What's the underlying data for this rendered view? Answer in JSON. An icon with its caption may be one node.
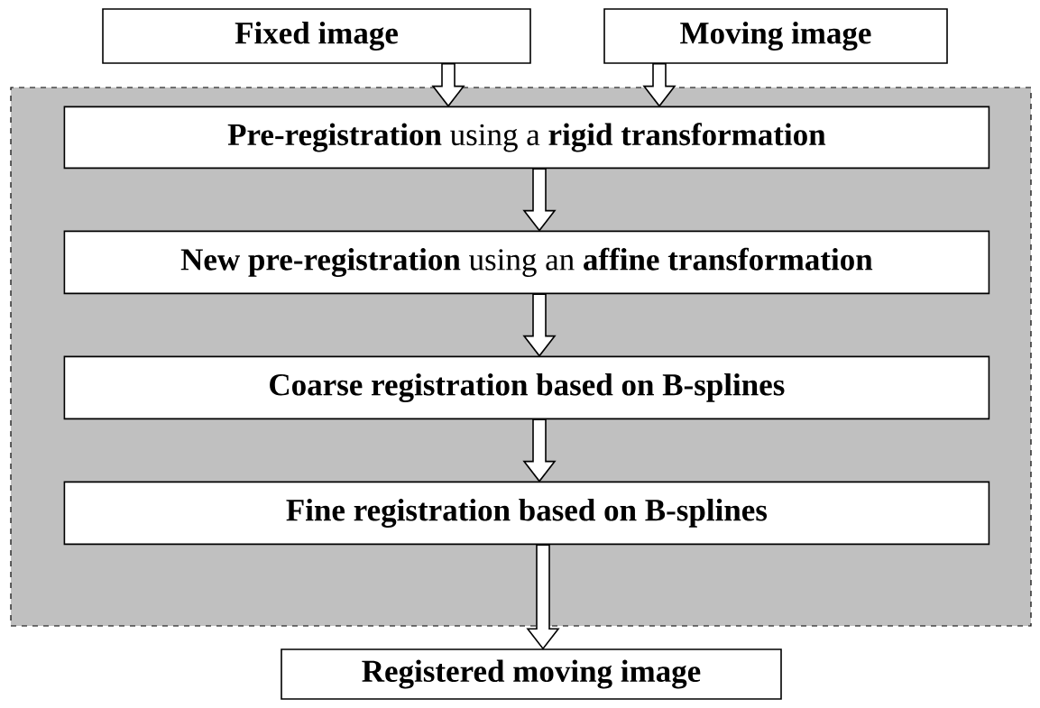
{
  "diagram": {
    "nodes": [
      {
        "text": [
          "Fixed image"
        ]
      },
      {
        "text": [
          "Moving image"
        ]
      },
      {
        "text": [],
        "shape": "box"
      },
      {
        "text": [
          "**Pre-registration** using a **rigid transformation**"
        ],
        "in": 2
      },
      {
        "text": [
          "**New pre-registration** using an **affine transformation**"
        ],
        "in": 2
      },
      {
        "text": [
          "Coarse registration based on B-splines"
        ],
        "in": 2
      },
      {
        "text": [
          "Fine registration based on B-splines"
        ],
        "in": 2
      },
      {
        "text": [
          "Registered moving image"
        ]
      }
    ],
    "edges": [
      {
        "from": 0,
        "to": 3,
        "arrow": "to"
      },
      {
        "from": 1,
        "to": 3,
        "arrow": "to"
      },
      {
        "from": 3,
        "to": 4,
        "arrow": "to"
      },
      {
        "from": 4,
        "to": 5,
        "arrow": "to"
      },
      {
        "from": 5,
        "to": 6,
        "arrow": "to"
      },
      {
        "from": 6,
        "to": 7,
        "arrow": "to"
      }
    ]
  }
}
